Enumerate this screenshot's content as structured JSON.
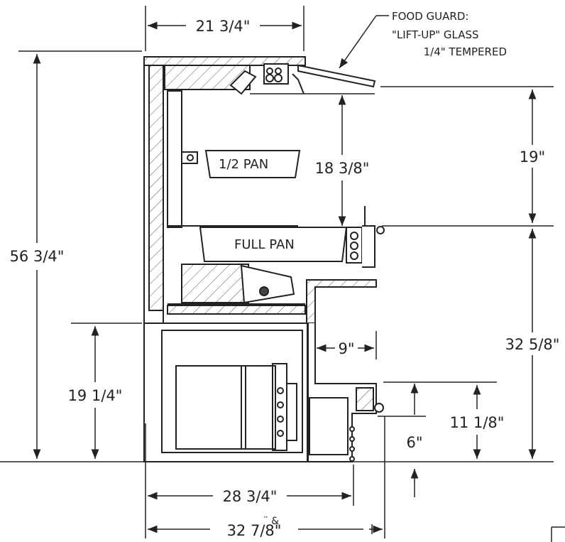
{
  "food_guard_note": {
    "line1": "FOOD GUARD:",
    "line2": "\"LIFT-UP\" GLASS",
    "line3": "1/4\" TEMPERED"
  },
  "pans": {
    "half": "1/2 PAN",
    "full": "FULL PAN"
  },
  "dimensions": {
    "top_depth": "21 3/4\"",
    "overall_height": "56 3/4\"",
    "pan_gap": "18 3/8\"",
    "glass_clearance": "19\"",
    "counter_height": "32 5/8\"",
    "shelf_depth": "9\"",
    "base_height": "19 1/4\"",
    "ledge_height": "11 1/8\"",
    "toe_height": "6\"",
    "base_depth": "28 3/4\"",
    "overall_depth": "32 7/8\""
  },
  "stray_marks": {
    "overlap": "¨ &"
  }
}
